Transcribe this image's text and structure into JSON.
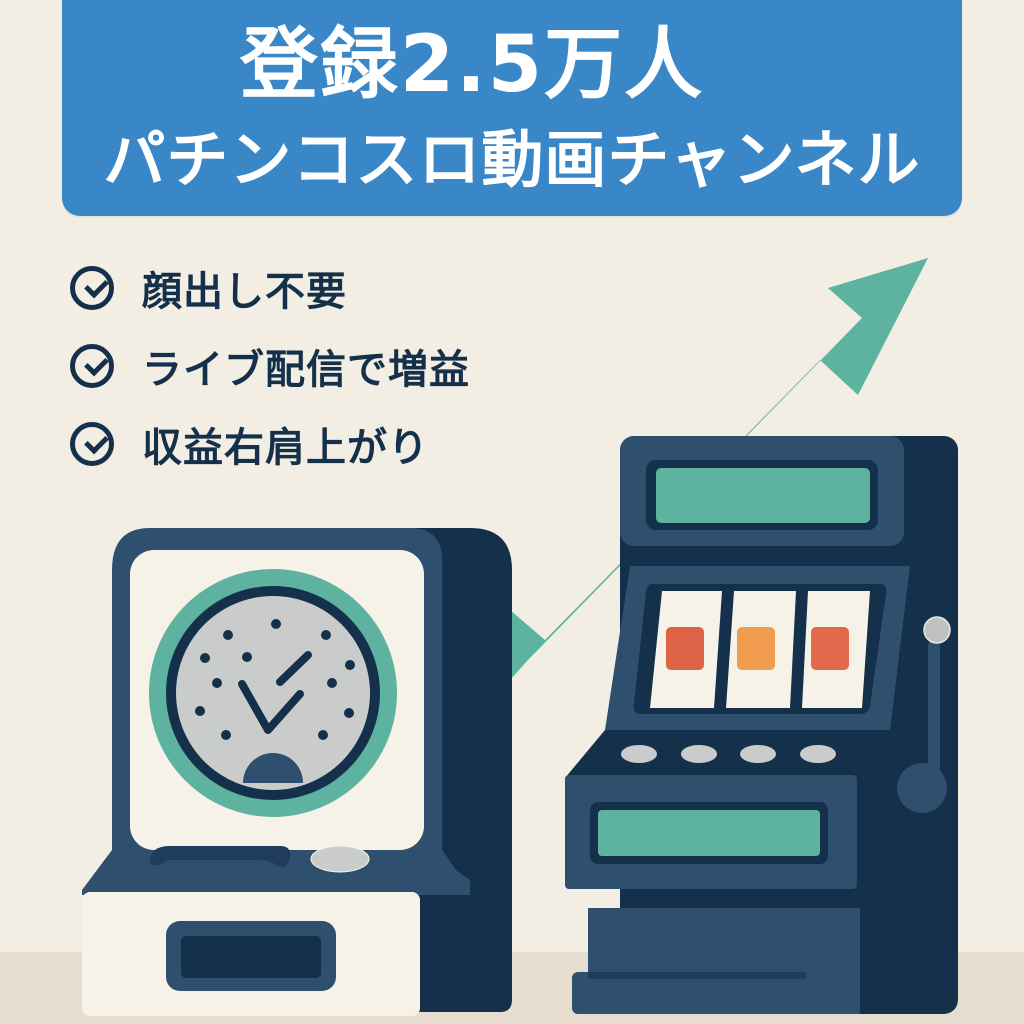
{
  "banner": {
    "headline": "登録2.5万人",
    "subtitle": "パチンコスロ動画チャンネル",
    "color": "#3a87c8"
  },
  "features": [
    {
      "icon": "check-circle-icon",
      "label": "顔出し不要"
    },
    {
      "icon": "check-circle-icon",
      "label": "ライブ配信で増益"
    },
    {
      "icon": "check-circle-icon",
      "label": "収益右肩上がり"
    }
  ],
  "illustration": {
    "arrow_color": "#5db3a0",
    "machine_dark": "#14304a",
    "machine_mid": "#2f4f6e",
    "reel_symbols": [
      {
        "color": "#de6346"
      },
      {
        "color": "#f29c4f"
      },
      {
        "color": "#e26a4c"
      }
    ]
  }
}
